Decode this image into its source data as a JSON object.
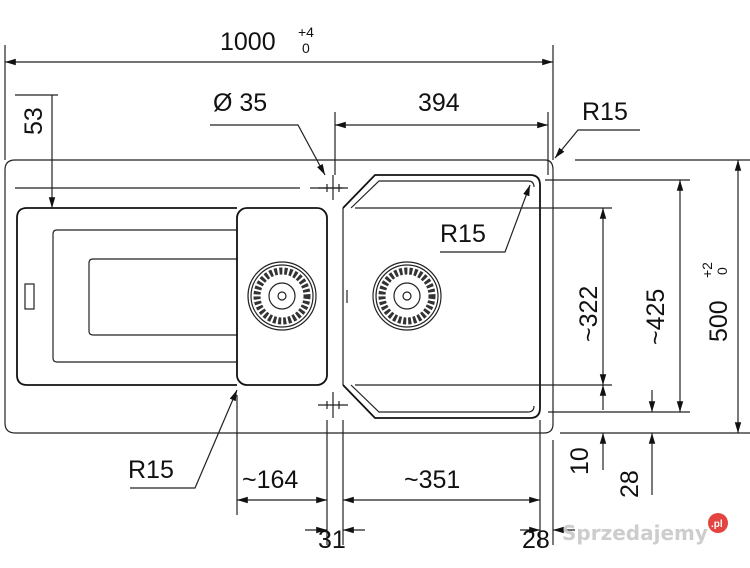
{
  "drawing": {
    "total_width": {
      "value": "1000",
      "tol_upper": "+4",
      "tol_lower": "0"
    },
    "total_depth": {
      "value": "500",
      "tol_upper": "+2",
      "tol_lower": "0"
    },
    "tap_hole": "Ø 35",
    "big_bowl_outer_width": "394",
    "top_margin": "53",
    "radius_top_right": "R15",
    "radius_bowl": "R15",
    "radius_small_bowl": "R15",
    "bowl_depth_inner": "~322",
    "bowl_depth_outer": "~425",
    "small_bowl_width": "~164",
    "big_bowl_width": "~351",
    "gap_between_bowls": "31",
    "right_margin": "28",
    "bottom_offset_10": "10",
    "bottom_offset_28": "28"
  },
  "watermark": {
    "text": "Sprzedajemy",
    "suffix": ".pl",
    "color": "#e0302c"
  }
}
